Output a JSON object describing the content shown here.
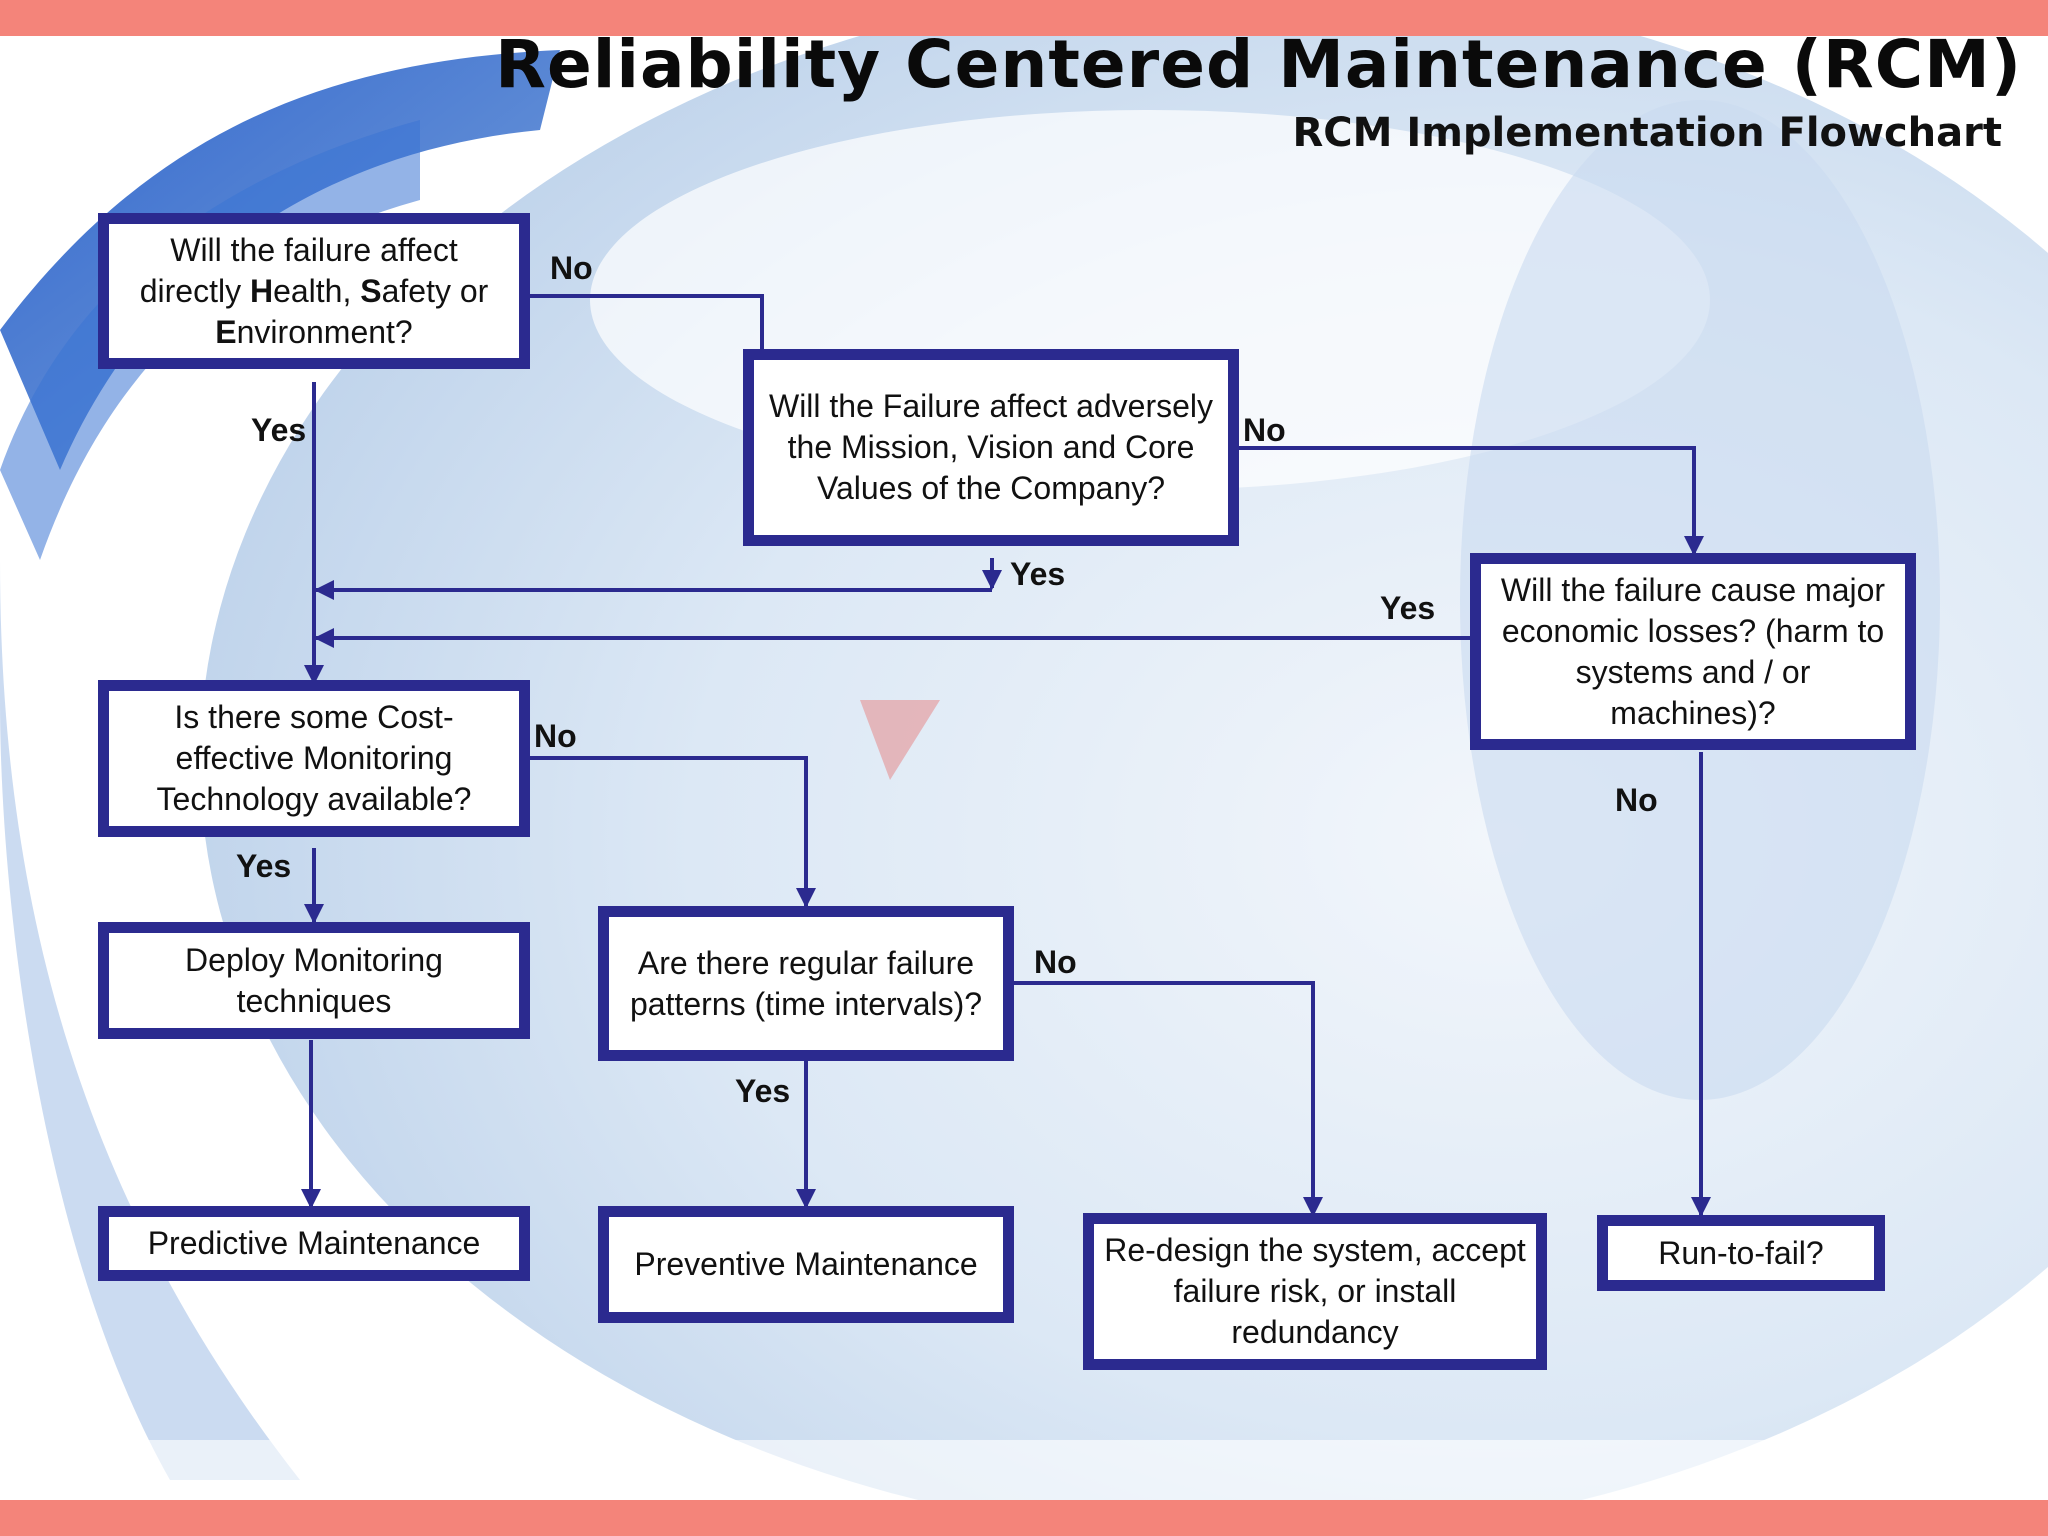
{
  "header": {
    "title": "Reliability Centered Maintenance (RCM)",
    "subtitle": "RCM Implementation Flowchart"
  },
  "colors": {
    "accent_band": "#f4847a",
    "box_border": "#2b2a8f",
    "connector": "#2b2a8f"
  },
  "nodes": {
    "hse": {
      "pre": "Will the failure affect directly ",
      "h": "H",
      "health": "ealth, ",
      "s": "S",
      "safety": "afety or ",
      "e": "E",
      "environment": "nvironment?"
    },
    "mission": "Will the Failure affect adversely the Mission, Vision and Core Values of the Company?",
    "economic": "Will the failure cause major economic losses? (harm to systems and / or machines)?",
    "monitoring": "Is there some Cost-effective Monitoring Technology available?",
    "deploy": "Deploy Monitoring techniques",
    "patterns": "Are there regular failure patterns (time intervals)?",
    "predictive": "Predictive Maintenance",
    "preventive": "Preventive Maintenance",
    "redesign": "Re-design the system, accept failure risk, or install redundancy",
    "runtofail": "Run-to-fail?"
  },
  "edge_labels": {
    "hse_no": "No",
    "hse_yes": "Yes",
    "mission_no": "No",
    "mission_yes": "Yes",
    "economic_yes": "Yes",
    "economic_no": "No",
    "monitoring_no": "No",
    "monitoring_yes": "Yes",
    "patterns_no": "No",
    "patterns_yes": "Yes"
  }
}
